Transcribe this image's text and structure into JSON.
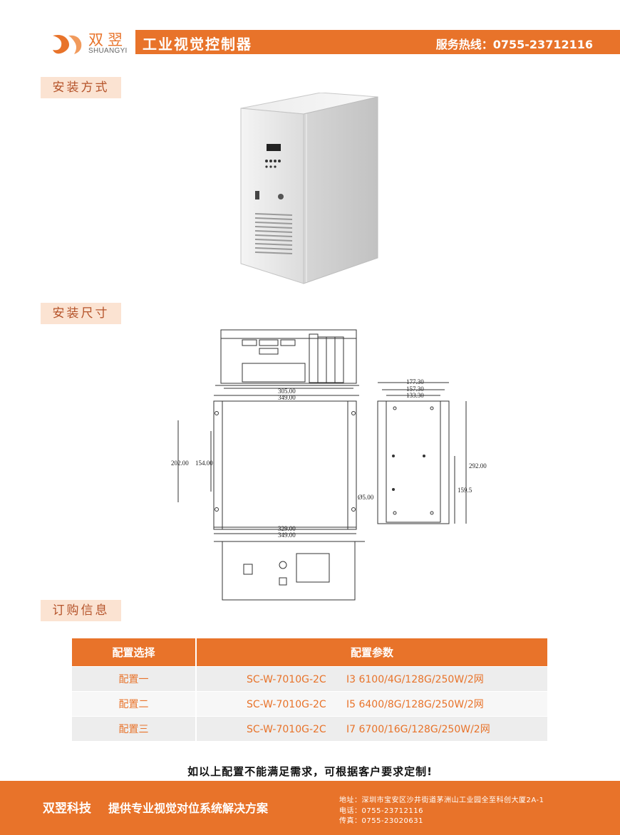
{
  "header": {
    "logo_cn": "双翌",
    "logo_en": "SHUANGYI",
    "title": "工业视觉控制器",
    "phone": "服务热线：0755-23712116"
  },
  "sections": {
    "install_method": "安装方式",
    "install_size": "安装尺寸",
    "order_info": "订购信息"
  },
  "dimensions": {
    "top_305": "305.00",
    "top_349": "349.00",
    "bottom_329": "329.00",
    "bottom_349": "349.00",
    "left_202": "202.00",
    "left_154": "154.00",
    "hole": "Ø5.00",
    "side_177": "177.30",
    "side_157": "157.30",
    "side_133": "133.30",
    "side_292": "292.00",
    "side_159": "159.5"
  },
  "table": {
    "headers": [
      "配置选择",
      "配置参数"
    ],
    "rows": [
      {
        "config": "配置一",
        "model": "SC-W-7010G-2C",
        "spec": "I3 6100/4G/128G/250W/2网"
      },
      {
        "config": "配置二",
        "model": "SC-W-7010G-2C",
        "spec": "I5 6400/8G/128G/250W/2网"
      },
      {
        "config": "配置三",
        "model": "SC-W-7010G-2C",
        "spec": "I7 6700/16G/128G/250W/2网"
      }
    ]
  },
  "note": "如以上配置不能满足需求，可根据客户要求定制!",
  "footer": {
    "brand": "双翌科技",
    "slogan": "提供专业视觉对位系统解决方案",
    "address": "地址：深圳市宝安区沙井街道茅洲山工业园全至科创大厦2A-1",
    "tel": "电话：0755-23712116",
    "fax": "传真：0755-23020631"
  },
  "colors": {
    "accent": "#e8732a",
    "tag_bg": "#fbe3d2"
  }
}
